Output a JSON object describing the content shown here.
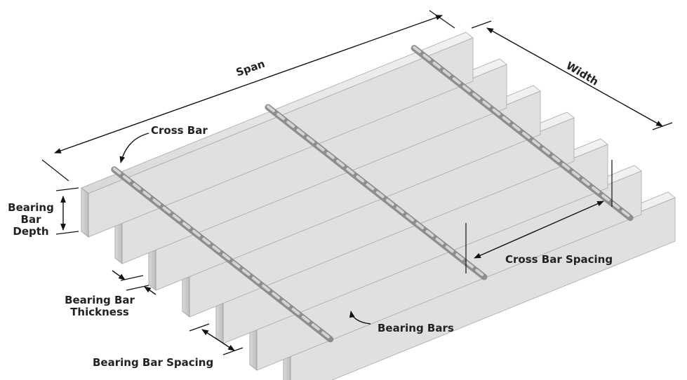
{
  "labels": {
    "span": "Span",
    "width": "Width",
    "cross_bar": "Cross Bar",
    "bearing_bar_depth": [
      "Bearing",
      "Bar",
      "Depth"
    ],
    "bearing_bar_thickness": [
      "Bearing Bar",
      "Thickness"
    ],
    "bearing_bar_spacing": "Bearing Bar Spacing",
    "cross_bar_spacing": "Cross Bar Spacing",
    "bearing_bars": "Bearing Bars"
  },
  "colors": {
    "bar_top": "#e6e6e6",
    "bar_front": "#c9c9c9",
    "bar_shadow": "#9a9a9a",
    "twist": "#8e8e8e",
    "line": "#111111",
    "text": "#222222"
  },
  "grating": {
    "bearing_bar_count": 7,
    "cross_bar_count": 3
  }
}
